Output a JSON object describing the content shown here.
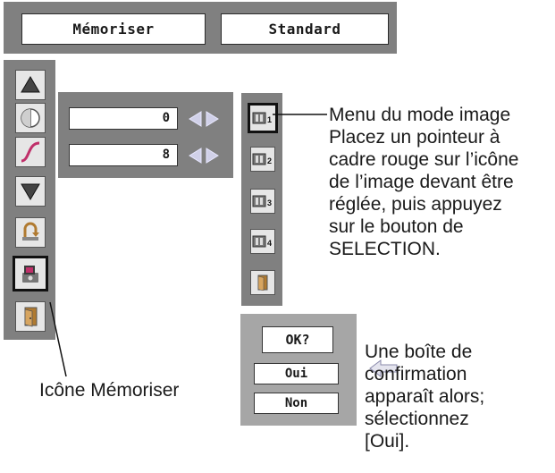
{
  "top_bar": {
    "memoriser_label": "Mémoriser",
    "standard_label": "Standard"
  },
  "values": {
    "row1": "0",
    "row2": "8"
  },
  "image_modes": [
    {
      "number": "1"
    },
    {
      "number": "2"
    },
    {
      "number": "3"
    },
    {
      "number": "4"
    }
  ],
  "confirm": {
    "question": "OK?",
    "yes": "Oui",
    "no": "Non"
  },
  "captions": {
    "memoriser_icon": "Icône Mémoriser",
    "mode_menu": [
      "Menu du mode image",
      "Placez un pointeur à",
      "cadre rouge sur l’icône",
      "de l’image devant être",
      "réglée, puis appuyez",
      "sur le bouton de",
      "SELECTION."
    ],
    "confirm_box": [
      "Une boîte de",
      "confirmation",
      "apparaît alors;",
      "sélectionnez",
      "[Oui]."
    ]
  },
  "colors": {
    "panel_gray": "#808080",
    "confirm_panel_gray": "#a6a6a6",
    "icon_bg": "#e6e6e6",
    "text": "#1a1a1a"
  }
}
